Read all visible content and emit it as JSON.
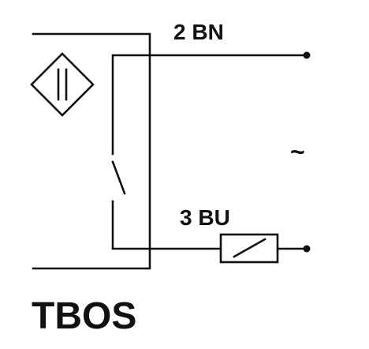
{
  "diagram": {
    "wire_top_label": "2 BN",
    "wire_bottom_label": "3 BU",
    "supply_symbol": "~",
    "model_name": "TBOS",
    "sensor_symbol": "inductive-sensor-icon",
    "switch_type": "normally-open",
    "stroke_color": "#111111",
    "background_color": "#ffffff"
  }
}
